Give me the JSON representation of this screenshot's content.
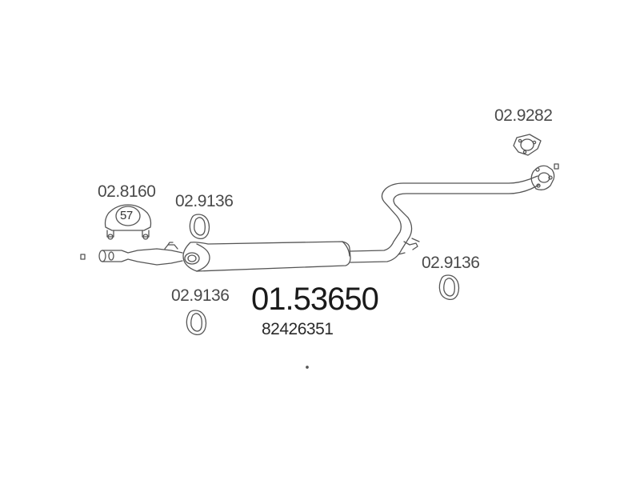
{
  "diagram": {
    "part_number": "01.53650",
    "oem_number": "82426351",
    "accessories": [
      {
        "code": "02.8160",
        "kind": "clamp"
      },
      {
        "code": "02.9136",
        "kind": "ring"
      },
      {
        "code": "02.9136",
        "kind": "ring"
      },
      {
        "code": "02.9136",
        "kind": "ring"
      },
      {
        "code": "02.9282",
        "kind": "gasket"
      }
    ],
    "clamp_size": "57"
  },
  "colors": {
    "line": "#555555",
    "text": "#4a4a4a",
    "background": "#ffffff"
  }
}
